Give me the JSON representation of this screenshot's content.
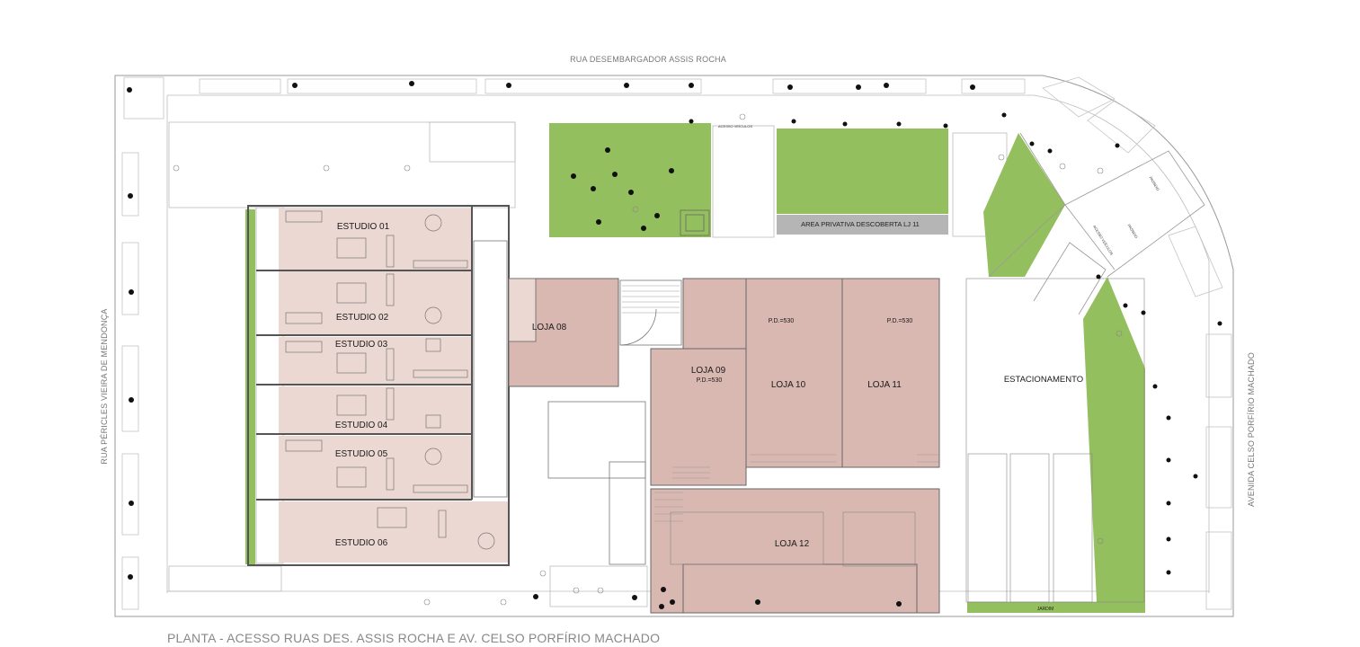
{
  "colors": {
    "pink": "#d9b8b1",
    "pink_light": "#ecd8d3",
    "green": "#94bf5e",
    "gray": "#b5b5b5",
    "line": "#8a8a8a",
    "dark": "#555555"
  },
  "streets": {
    "top": "RUA DESEMBARGADOR ASSIS ROCHA",
    "left": "RUA PÉRICLES VIEIRA DE MENDONÇA",
    "right": "AVENIDA CELSO PORFÍRIO MACHADO"
  },
  "studios": [
    "ESTUDIO 01",
    "ESTUDIO 02",
    "ESTUDIO 03",
    "ESTUDIO 04",
    "ESTUDIO 05",
    "ESTUDIO 06"
  ],
  "shops": {
    "loja08": "LOJA 08",
    "loja09": "LOJA 09",
    "loja09_pd": "P.D.=530",
    "loja10": "LOJA 10",
    "loja10_pd": "P.D.=530",
    "loja11": "LOJA 11",
    "loja11_pd": "P.D.=530",
    "loja12": "LOJA 12"
  },
  "areas": {
    "private_area": "AREA PRIVATIVA DESCOBERTA LJ 11",
    "parking": "ESTACIONAMENTO",
    "garden": "JARDIM",
    "vehicle_access": "ACESSO VEÍCULOS",
    "vehicle_access_2": "ACESSO VEÍCULOS",
    "ramp_1": "PASSEIO",
    "ramp_2": "PASSEIO"
  },
  "caption": "PLANTA - ACESSO RUAS DES. ASSIS ROCHA E AV. CELSO PORFÍRIO MACHADO"
}
